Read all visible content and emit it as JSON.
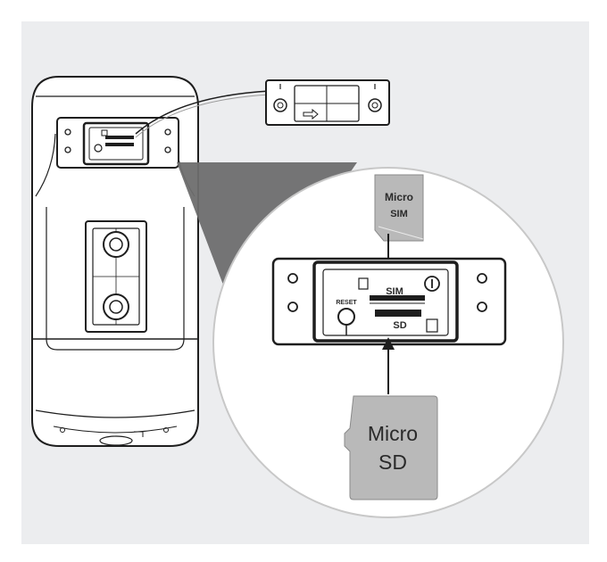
{
  "labels": {
    "sim_card_line1": "Micro",
    "sim_card_line2": "SIM",
    "sd_card_line1": "Micro",
    "sd_card_line2": "SD",
    "slot_sim": "SIM",
    "slot_sd": "SD",
    "reset": "RESET"
  },
  "colors": {
    "background": "#ecedef",
    "outline": "#1e1e1e",
    "card_fill": "#b9b9b9",
    "zoom_wedge": "#6e6e6e"
  }
}
